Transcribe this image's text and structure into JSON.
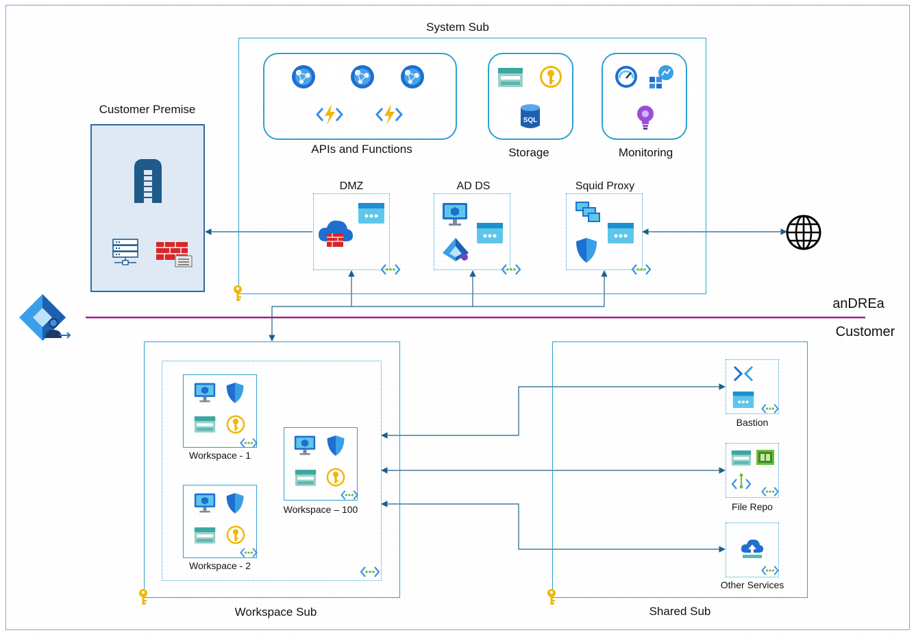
{
  "title": "anDREa architecture",
  "divider": {
    "upper_label": "anDREa",
    "lower_label": "Customer",
    "color": "#a0208a"
  },
  "colors": {
    "border": "#2da0d0",
    "premise_fill": "#dfe9f4",
    "arrow": "#1f5f8b"
  },
  "system_sub": {
    "label": "System Sub",
    "groups": [
      {
        "id": "apis",
        "label": "APIs and Functions",
        "icons": [
          "app-service-icon",
          "app-service-icon",
          "app-service-icon",
          "function-app-icon",
          "function-app-icon"
        ]
      },
      {
        "id": "storage",
        "label": "Storage",
        "icons": [
          "storage-account-icon",
          "key-vault-icon",
          "sql-database-icon"
        ]
      },
      {
        "id": "monitoring",
        "label": "Monitoring",
        "icons": [
          "dashboard-gauge-icon",
          "log-analytics-icon",
          "app-insights-icon"
        ]
      }
    ],
    "subnets": [
      {
        "id": "dmz",
        "label": "DMZ",
        "icons": [
          "cloud-firewall-icon",
          "vm-scale-set-icon",
          "vnet-icon"
        ]
      },
      {
        "id": "adds",
        "label": "AD DS",
        "icons": [
          "virtual-machine-icon",
          "entra-ds-icon",
          "vm-scale-set-icon",
          "vnet-icon"
        ]
      },
      {
        "id": "squid",
        "label": "Squid Proxy",
        "icons": [
          "vm-group-icon",
          "security-shield-icon",
          "vm-scale-set-icon",
          "vnet-icon"
        ]
      }
    ]
  },
  "customer_premise": {
    "label": "Customer Premise",
    "icons": [
      "datacenter-icon",
      "server-rack-icon",
      "firewall-icon"
    ]
  },
  "internet": {
    "icon": "globe-icon"
  },
  "identity": {
    "icon": "entra-identity-icon"
  },
  "workspace_sub": {
    "label": "Workspace Sub",
    "workspaces": [
      {
        "label": "Workspace - 1"
      },
      {
        "label": "Workspace – 100"
      },
      {
        "label": "Workspace - 2"
      }
    ]
  },
  "shared_sub": {
    "label": "Shared Sub",
    "services": [
      {
        "label": "Bastion"
      },
      {
        "label": "File Repo"
      },
      {
        "label": "Other Services"
      }
    ]
  }
}
